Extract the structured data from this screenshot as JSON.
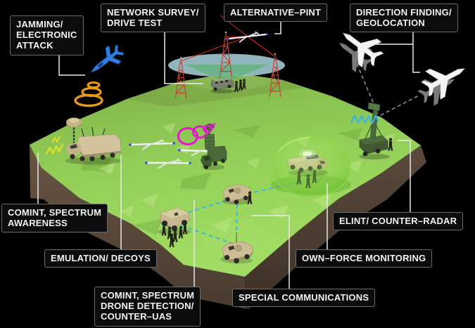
{
  "labels": {
    "jamming": {
      "text": "JAMMING/\nELECTRONIC\nATTACK"
    },
    "network_survey": {
      "text": "NETWORK SURVEY/\nDRIVE TEST"
    },
    "alternative_pint": {
      "text": "ALTERNATIVE–PINT"
    },
    "direction_finding": {
      "text": "DIRECTION FINDING/\nGEOLOCATION"
    },
    "comint_awareness": {
      "text": "COMINT, SPECTRUM\nAWARENESS"
    },
    "emulation": {
      "text": "EMULATION/ DECOYS"
    },
    "counter_uas": {
      "text": "COMINT, SPECTRUM\nDRONE DETECTION/\nCOUNTER–UAS"
    },
    "special_comms": {
      "text": "SPECIAL COMMUNICATIONS"
    },
    "own_force": {
      "text": "OWN–FORCE MONITORING"
    },
    "elint": {
      "text": "ELINT/ COUNTER–RADAR"
    }
  },
  "scene": {
    "icons": [
      "fighter-jet-icon",
      "jamming-coil-icon",
      "sigint-truck-icon",
      "mushroom-antenna-icon",
      "noise-squiggle-icon",
      "glider-drone-icon",
      "spiral-signal-icon",
      "antenna-truck-icon",
      "radio-tower-icon",
      "coverage-disc",
      "coverage-cone",
      "survey-van-icon",
      "pint-drone-icon",
      "humvee-icon",
      "mrap-icon",
      "soldier-icon",
      "own-force-dome",
      "cargo-truck-icon",
      "radar-trailer-icon",
      "zigzag-signal-icon",
      "airliner-icon",
      "airliner-shadow-icon",
      "terrain-block"
    ],
    "colors": {
      "background": "#000000",
      "label_bg": "#0c0c0c",
      "label_border": "#6d6d6d",
      "label_text": "#f2f2f2",
      "connector": "#e9e9e9",
      "terrain_green": "#8fcb55",
      "terrain_green_light": "#a2dc64",
      "terrain_green_dark": "#7fae48",
      "dirt_brown": "#6a5544",
      "dirt_brown_dark": "#483b2f",
      "disc_teal": "#9cc2cb",
      "cone_green": "#52b264",
      "tower_red": "#c24434",
      "jet_blue": "#2e7fe0",
      "coil_orange": "#e89b12",
      "squiggle_yellow": "#e4e224",
      "spiral_magenta": "#e11ec9",
      "glider_white": "#f2f2f2",
      "link_cyan": "#39b4e4",
      "link_gray": "#8f8f8f",
      "red_line": "#dd2b25",
      "vehicle_tan": "#cfc09a",
      "vehicle_green": "#4c6a39",
      "dome_green": "#8fdc44",
      "airliner_white": "#f4f4f4",
      "airliner_shadow": "#8f8f8f"
    }
  }
}
